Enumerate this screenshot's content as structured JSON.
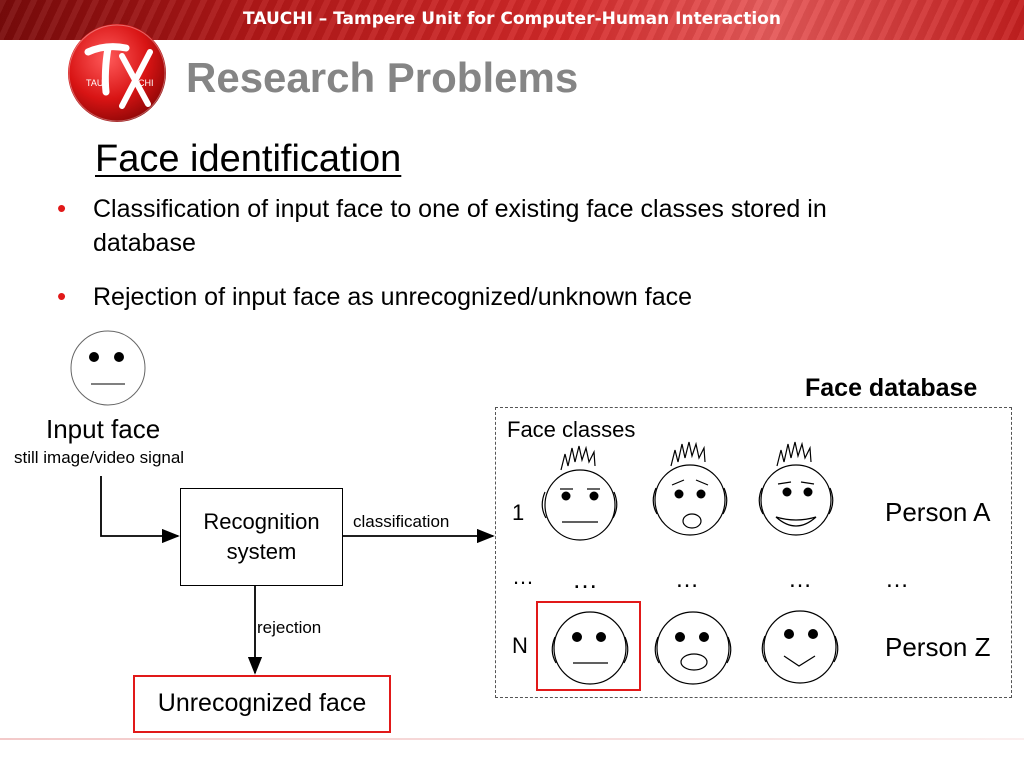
{
  "header": {
    "banner_text": "TAUCHI – Tampere Unit for Computer-Human Interaction"
  },
  "logo": {
    "main_letters": "TX",
    "left_text": "TAU",
    "right_text": "CHI"
  },
  "slide": {
    "title": "Research Problems",
    "section_title": "Face identification",
    "bullets": [
      "Classification of input face to one of existing face classes stored in database",
      "Rejection of input face as unrecognized/unknown face"
    ]
  },
  "diagram": {
    "input_face_label": "Input face",
    "input_face_sublabel": "still image/video signal",
    "recognition_system_label": "Recognition system",
    "classification_label": "classification",
    "rejection_label": "rejection",
    "unrecognized_label": "Unrecognized face",
    "database_title": "Face database",
    "face_classes_label": "Face classes",
    "row_first_index": "1",
    "row_last_index": "N",
    "ellipsis": "…",
    "person_a": "Person A",
    "person_z": "Person Z"
  },
  "colors": {
    "accent_red": "#e11919",
    "title_gray": "#858585",
    "banner_red": "#c41f1f"
  }
}
